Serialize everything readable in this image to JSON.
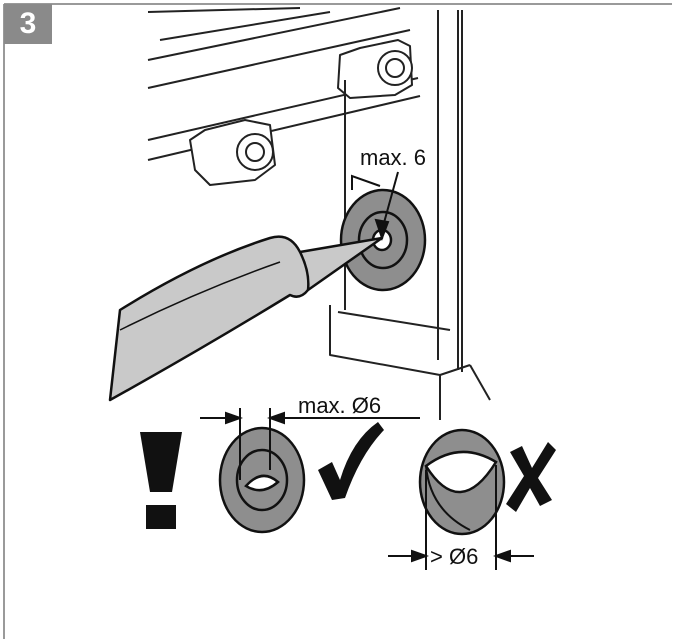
{
  "step": {
    "number": "3"
  },
  "labels": {
    "top_dimension": "max. 6",
    "ok_dimension": "max. Ø6",
    "bad_dimension": "> Ø6"
  },
  "symbols": {
    "warning": "exclamation-mark-icon",
    "ok": "check-mark-icon",
    "not_ok": "cross-mark-icon"
  },
  "colors": {
    "badge": "#8a8a8a",
    "grommet": "#8e8e8e",
    "nozzle": "#c9c9c9",
    "line": "#111111",
    "frame": "#9a9a9a"
  }
}
